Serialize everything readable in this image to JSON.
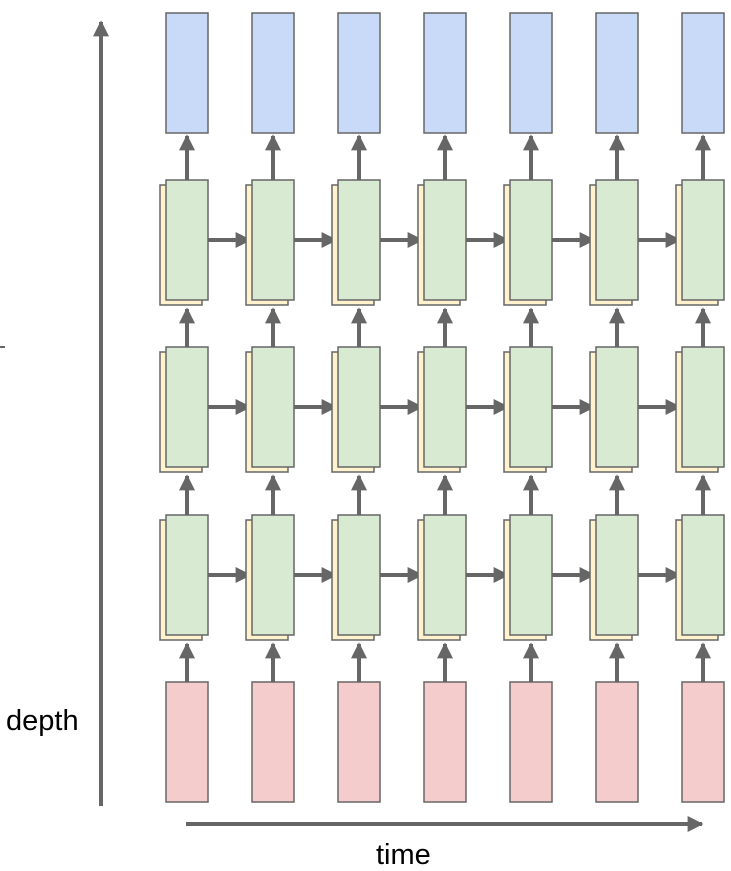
{
  "labels": {
    "depth": "depth",
    "time": "time"
  },
  "grid": {
    "columns": 7,
    "hidden_layers": 3
  },
  "colors": {
    "output": "#c9daf8",
    "hidden_front": "#d9ead3",
    "hidden_back": "#fff2cc",
    "input": "#f4cccc",
    "stroke": "#666666",
    "arrow": "#666666"
  }
}
